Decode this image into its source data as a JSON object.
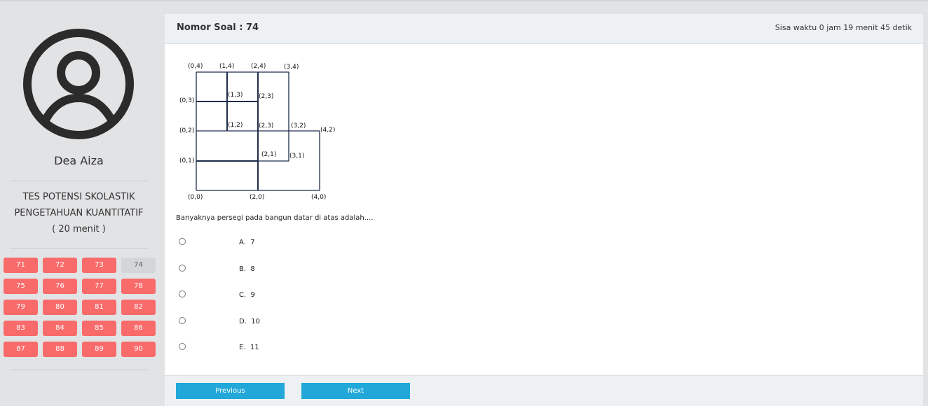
{
  "user": {
    "name": "Dea Aiza"
  },
  "test": {
    "line1": "TES POTENSI SKOLASTIK",
    "line2": "PENGETAHUAN KUANTITATIF",
    "duration": "( 20 menit )"
  },
  "questions": [
    "71",
    "72",
    "73",
    "74",
    "75",
    "76",
    "77",
    "78",
    "79",
    "80",
    "81",
    "82",
    "83",
    "84",
    "85",
    "86",
    "87",
    "88",
    "89",
    "90"
  ],
  "current_question": "74",
  "header": {
    "title": "Nomor Soal : 74",
    "timer": "Sisa waktu 0 jam 19 menit 45 detik"
  },
  "diagram_labels": [
    "(0,4)",
    "(1,4)",
    "(2,4)",
    "(3,4)",
    "(0,3)",
    "(1,3)",
    "(2,3)",
    "(0,2)",
    "(1,2)",
    "(2,3)",
    "(3,2)",
    "(4,2)",
    "(0,1)",
    "(2,1)",
    "(3,1)",
    "(0,0)",
    "(2,0)",
    "(4,0)"
  ],
  "question": "Banyaknya persegi pada bangun datar di atas adalah....",
  "options": [
    {
      "letter": "A.",
      "text": "7"
    },
    {
      "letter": "B.",
      "text": "8"
    },
    {
      "letter": "C.",
      "text": "9"
    },
    {
      "letter": "D.",
      "text": "10"
    },
    {
      "letter": "E.",
      "text": "11"
    }
  ],
  "nav": {
    "prev": "Previous",
    "next": "Next"
  }
}
